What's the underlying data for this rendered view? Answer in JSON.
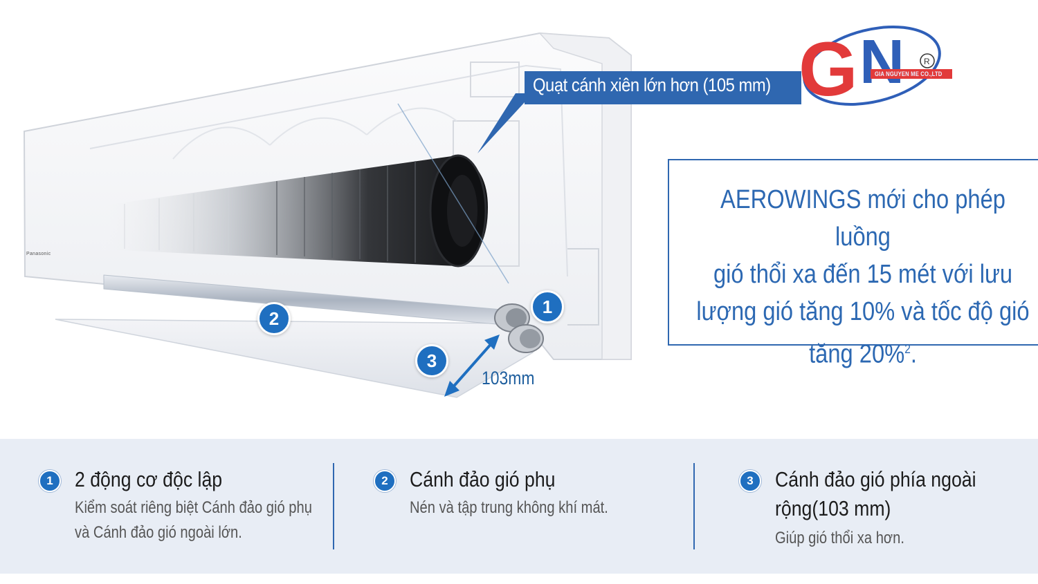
{
  "callout": {
    "fan_label": "Quạt cánh xiên lớn hơn (105 mm)"
  },
  "product": {
    "brand_mark": "Panasonic",
    "dimension_label": "103mm",
    "markers": [
      "1",
      "2",
      "3"
    ]
  },
  "logo": {
    "letters": "GN",
    "registered": "R",
    "company": "GIA NGUYEN ME CO.,LTD"
  },
  "info_box": {
    "text_main": "AEROWINGS mới cho phép luồng\ngió thổi xa đến 15 mét với lưu\nlượng gió tăng 10% và tốc độ gió\ntăng 20%",
    "superscript": "2",
    "text_end": "."
  },
  "features": [
    {
      "number": "1",
      "title": "2 động cơ độc lập",
      "desc_lines": [
        "Kiểm soát riêng biệt Cánh đảo gió phụ",
        "và Cánh đảo gió ngoài lớn."
      ]
    },
    {
      "number": "2",
      "title": "Cánh đảo gió phụ",
      "desc_lines": [
        "Nén và tập trung không khí mát."
      ]
    },
    {
      "number": "3",
      "title_lines": [
        "Cánh đảo gió phía ngoài",
        "rộng(103 mm)"
      ],
      "desc_lines": [
        "Giúp gió thổi  xa hơn."
      ]
    }
  ],
  "colors": {
    "accent": "#2c68b2",
    "marker": "#1f6fc0",
    "panel": "#e8edf5",
    "logo_red": "#e23a3a",
    "logo_blue": "#2f5fb8"
  }
}
